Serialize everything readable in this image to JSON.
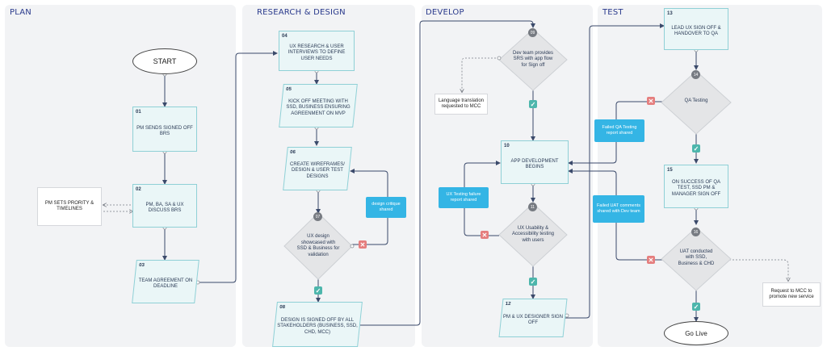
{
  "lanes": {
    "plan": "PLAN",
    "research": "RESEARCH & DESIGN",
    "develop": "DEVELOP",
    "test": "TEST"
  },
  "terminals": {
    "start": "START",
    "golive": "Go Live"
  },
  "steps": {
    "s01": {
      "num": "01",
      "label": "PM SENDS SIGNED OFF BRS"
    },
    "s02": {
      "num": "02",
      "label": "PM, BA, SA & UX DISCUSS BRS"
    },
    "s03": {
      "num": "03",
      "label": "TEAM AGREEMENT ON DEADLINE"
    },
    "s04": {
      "num": "04",
      "label": "UX RESEARCH & USER INTERVIEWS TO DEFINE USER NEEDS"
    },
    "s05": {
      "num": "05",
      "label": "KICK OFF MEETING WITH SSD, BUSINESS ENSURING AGREENMENT ON MVP"
    },
    "s06": {
      "num": "06",
      "label": "CREATE WIREFRAMES/ DESIGN & USER TEST DESIGNS"
    },
    "s08": {
      "num": "08",
      "label": "DESIGN IS SIGNED OFF BY ALL STAKEHOLDERS (BUSINESS, SSD, CHD, MCC)"
    },
    "s10": {
      "num": "10",
      "label": "APP DEVELOPMENT BEGINS"
    },
    "s12": {
      "num": "12",
      "label": "PM & UX DESIGNER SIGN OFF"
    },
    "s13": {
      "num": "13",
      "label": "LEAD UX SIGN OFF & HANDOVER TO QA"
    },
    "s15": {
      "num": "15",
      "label": "ON SUCCESS OF QA TEST, SSD PM & MANAGER SIGN OFF"
    }
  },
  "decisions": {
    "d07": {
      "num": "07",
      "label": "UX design showcased with SSD & Business for validation"
    },
    "d09": {
      "num": "09",
      "label": "Dev team provides SRS with app flow for Sign off"
    },
    "d11": {
      "num": "11",
      "label": "UX Usability & Accessibility testing with users"
    },
    "d14": {
      "num": "14",
      "label": "QA Testing"
    },
    "d16": {
      "num": "16",
      "label": "UAT conducted with SSD, Business & CHD"
    }
  },
  "boxes": {
    "priority": "PM SETS PRORITY & TIMELINES",
    "translation": "Language translation requested to MCC",
    "mcc_request": "Request to MCC to promote new service"
  },
  "notes": {
    "critique": "design critique shared",
    "ux_fail": "UX Testing failure report shared",
    "qa_fail": "Failed QA Testing report shared",
    "uat_fail": "Failed UAT comments shared with Dev team"
  },
  "badges": {
    "check": "✓",
    "cross": "✕"
  },
  "colors": {
    "step_fill": "#eaf6f7",
    "step_border": "#8fd0d6",
    "lane_bg": "#f2f3f5",
    "note_blue": "#34b5e5",
    "check_teal": "#4db6ac",
    "cross_red": "#e57e7e",
    "arrow": "#3b4a6b",
    "title_navy": "#2a3a8c"
  }
}
